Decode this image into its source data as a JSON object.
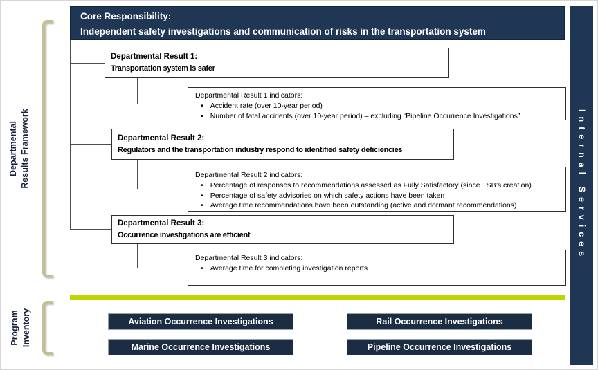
{
  "header": {
    "line1": "Core Responsibility:",
    "line2": "Independent safety investigations and communication of risks in the transportation system"
  },
  "side_bar": {
    "label": "Internal Services"
  },
  "section_labels": {
    "framework_line1": "Departmental",
    "framework_line2": "Results Framework",
    "inventory_line1": "Program",
    "inventory_line2": "Inventory"
  },
  "results": [
    {
      "title": "Departmental Result 1:",
      "description": "Transportation system is safer",
      "indicators_title": "Departmental Result 1 indicators:",
      "indicators": [
        "Accident rate (over 10-year period)",
        "Number of fatal accidents (over 10-year period) – excluding “Pipeline Occurrence Investigations”"
      ]
    },
    {
      "title": "Departmental Result 2:",
      "description": "Regulators and the transportation industry respond to identified safety deficiencies",
      "indicators_title": "Departmental Result 2 indicators:",
      "indicators": [
        "Percentage of responses to recommendations assessed as Fully Satisfactory (since TSB’s creation)",
        "Percentage of safety advisories on which safety actions have been taken",
        "Average time recommendations have been outstanding (active and dormant recommendations)"
      ]
    },
    {
      "title": "Departmental Result 3:",
      "description": "Occurrence investigations are efficient",
      "indicators_title": "Departmental Result 3 indicators:",
      "indicators": [
        "Average time for completing investigation reports"
      ]
    }
  ],
  "programs": [
    {
      "label": "Aviation Occurrence Investigations"
    },
    {
      "label": "Rail Occurrence Investigations"
    },
    {
      "label": "Marine Occurrence Investigations"
    },
    {
      "label": "Pipeline Occurrence Investigations"
    }
  ],
  "colors": {
    "navy": "#1f3655",
    "program_navy": "#1b2d42",
    "accent_green": "#c0d500",
    "bracket_tan": "#c6be8e",
    "connector_gray": "#4d4d4d"
  }
}
